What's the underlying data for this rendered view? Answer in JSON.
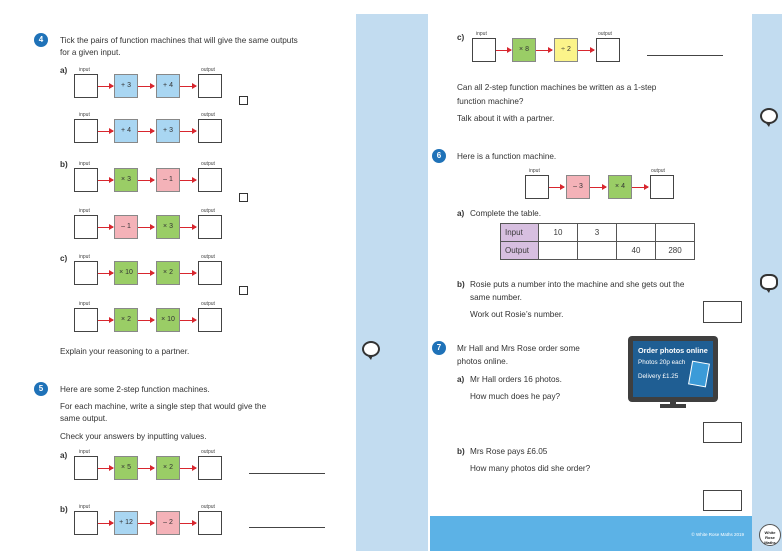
{
  "colors": {
    "strip": "#c2dcf0",
    "question_number": "#1f72b8",
    "arrow": "#d8262e",
    "footer": "#5cb2e6"
  },
  "icons": [
    "speech-bubble-icon",
    "thought-cloud-icon",
    "tv-icon"
  ],
  "labels": {
    "input": "input",
    "output": "output"
  },
  "q4": {
    "num": "4",
    "line1": "Tick the pairs of function machines that will give the same outputs",
    "line2": "for a given input.",
    "a": "a)",
    "b": "b)",
    "c": "c)",
    "a_m1": [
      "+ 3",
      "+ 4"
    ],
    "a_m2": [
      "+ 4",
      "+ 3"
    ],
    "b_m1": [
      "× 3",
      "– 1"
    ],
    "b_m2": [
      "– 1",
      "× 3"
    ],
    "c_m1": [
      "× 10",
      "× 2"
    ],
    "c_m2": [
      "× 2",
      "× 10"
    ],
    "explain": "Explain your reasoning to a partner."
  },
  "q5": {
    "num": "5",
    "line1": "Here are some 2-step function machines.",
    "line2": "For each machine, write a single step that would give the",
    "line3": "same output.",
    "line4": "Check your answers by inputting values.",
    "a": "a)",
    "b": "b)",
    "c": "c)",
    "a_ops": [
      "× 5",
      "× 2"
    ],
    "b_ops": [
      "+ 12",
      "– 2"
    ],
    "c_ops": [
      "× 8",
      "÷ 2"
    ],
    "q1": "Can all 2-step function machines be written as a 1-step",
    "q2": "function machine?",
    "talk": "Talk about it with a partner."
  },
  "q6": {
    "num": "6",
    "intro": "Here is a function machine.",
    "ops": [
      "– 3",
      "× 4"
    ],
    "a": "a)",
    "a_text": "Complete the table.",
    "table": {
      "input_label": "Input",
      "output_label": "Output",
      "inputs": [
        "10",
        "3",
        "",
        ""
      ],
      "outputs": [
        "",
        "",
        "40",
        "280"
      ]
    },
    "b": "b)",
    "b1": "Rosie puts a number into the machine and she gets out the",
    "b2": "same number.",
    "b3": "Work out Rosie’s number."
  },
  "q7": {
    "num": "7",
    "intro1": "Mr Hall and Mrs Rose order some",
    "intro2": "photos online.",
    "a": "a)",
    "a1": "Mr Hall orders 16 photos.",
    "a2": "How much does he pay?",
    "b": "b)",
    "b1": "Mrs Rose pays £6.05",
    "b2": "How many photos did she order?",
    "tv_line1a": "Order ",
    "tv_line1b": "photos",
    "tv_line1c": " online",
    "tv_line2": "Photos 20p each",
    "tv_line3": "Delivery £1.25"
  },
  "footer": {
    "copyright": "© White Rose Maths 2019",
    "logo_lines": [
      "White",
      "Rose",
      "Maths"
    ]
  }
}
